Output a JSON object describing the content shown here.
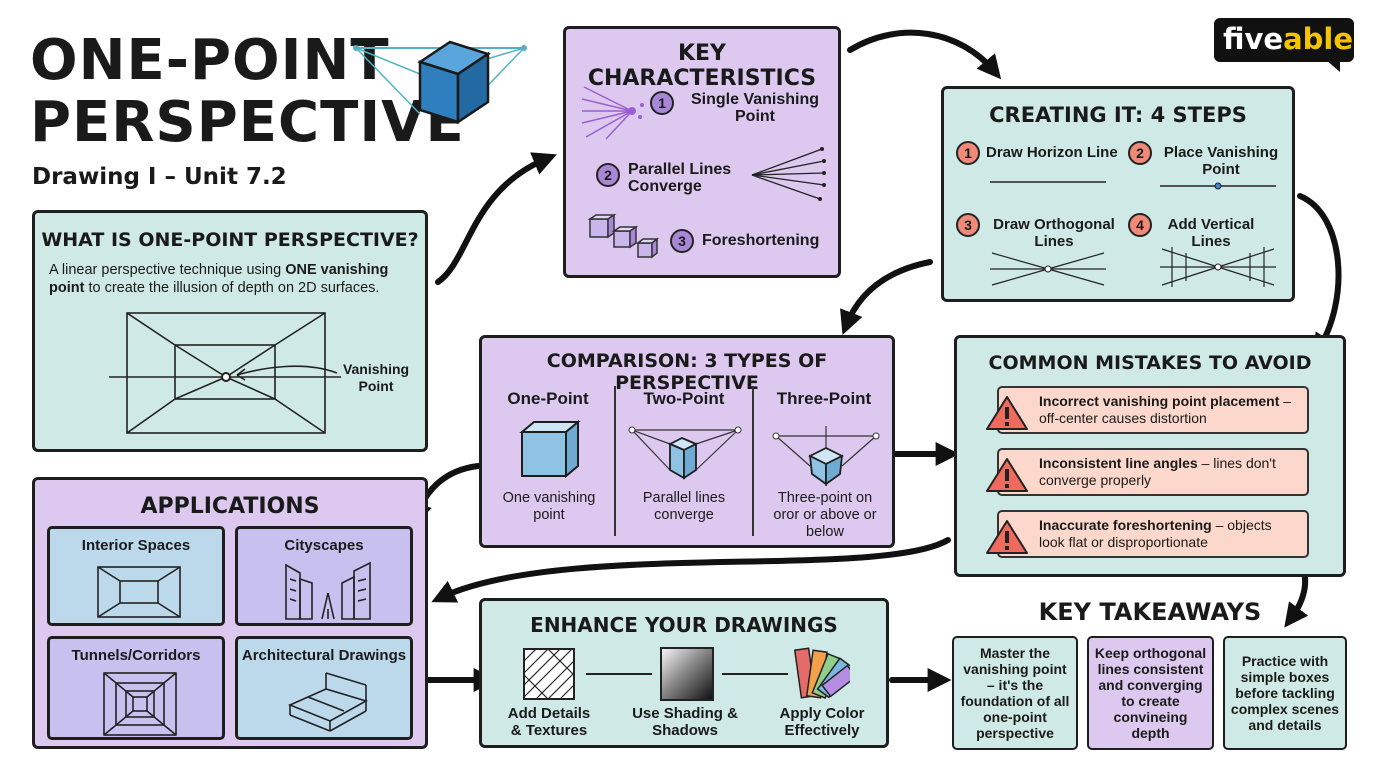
{
  "header": {
    "title_line1": "ONE-POINT",
    "title_line2": "PERSPECTIVE",
    "subtitle": "Drawing I – Unit 7.2"
  },
  "logo": {
    "text_part1": "five",
    "text_part2": "able"
  },
  "what_is": {
    "title": "WHAT IS ONE-POINT PERSPECTIVE?",
    "desc_part1": "A linear perspective technique using ",
    "desc_bold": "ONE vanishing point",
    "desc_part2": " to create the illusion of depth on 2D surfaces.",
    "vp_label": "Vanishing Point"
  },
  "key_characteristics": {
    "title": "KEY CHARACTERISTICS",
    "items": [
      {
        "num": "1",
        "label": "Single Vanishing Point"
      },
      {
        "num": "2",
        "label": "Parallel Lines Converge"
      },
      {
        "num": "3",
        "label": "Foreshortening"
      }
    ]
  },
  "creating": {
    "title": "CREATING IT: 4 STEPS",
    "steps": [
      {
        "num": "1",
        "label": "Draw Horizon Line"
      },
      {
        "num": "2",
        "label": "Place Vanishing Point"
      },
      {
        "num": "3",
        "label": "Draw Orthogonal Lines"
      },
      {
        "num": "4",
        "label": "Add Vertical Lines"
      }
    ]
  },
  "comparison": {
    "title": "COMPARISON: 3 TYPES OF PERSPECTIVE",
    "columns": [
      {
        "heading": "One-Point",
        "caption": "One vanishing point"
      },
      {
        "heading": "Two-Point",
        "caption": "Parallel lines converge"
      },
      {
        "heading": "Three-Point",
        "caption": "Three-point on oror or above or below"
      }
    ]
  },
  "mistakes": {
    "title": "COMMON MISTAKES TO AVOID",
    "items": [
      {
        "bold": "Incorrect vanishing point placement",
        "rest": " – off-center causes distortion"
      },
      {
        "bold": "Inconsistent line angles",
        "rest": " – lines don't converge properly"
      },
      {
        "bold": "Inaccurate foreshortening",
        "rest": " – objects look flat or disproportionate"
      }
    ]
  },
  "applications": {
    "title": "APPLICATIONS",
    "items": [
      {
        "label": "Interior Spaces"
      },
      {
        "label": "Cityscapes"
      },
      {
        "label": "Tunnels/Corridors"
      },
      {
        "label": "Architectural Drawings"
      }
    ]
  },
  "enhance": {
    "title": "ENHANCE YOUR DRAWINGS",
    "items": [
      {
        "label": "Add Details & Textures"
      },
      {
        "label": "Use Shading & Shadows"
      },
      {
        "label": "Apply Color Effectively"
      }
    ]
  },
  "takeaways": {
    "title": "KEY TAKEAWAYS",
    "items": [
      {
        "text": "Master the vanishing point – it's the foundation of all one-point perspective"
      },
      {
        "text": "Keep orthogonal lines consistent and converging to create convineing depth"
      },
      {
        "text": "Practice with simple boxes before tackling complex scenes and details"
      }
    ]
  },
  "colors": {
    "teal": "#cfeae6",
    "purple": "#ddc9f0",
    "blue": "#bcd9ec",
    "accent_purple": "#a887d6",
    "accent_coral": "#f08a78",
    "mistake_bg": "#fbd8cb",
    "cube_blue": "#2f7fbf"
  }
}
